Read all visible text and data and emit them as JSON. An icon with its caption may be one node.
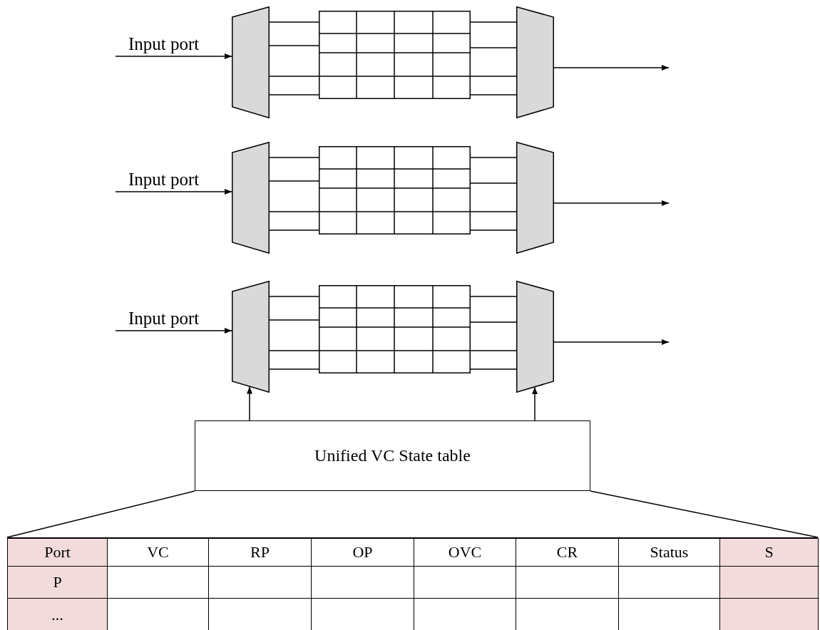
{
  "diagram": {
    "nodes": [
      {
        "text": [],
        "shape": "trapezoid"
      },
      {
        "text": [],
        "shape": "grid"
      },
      {
        "text": [],
        "shape": "trapezoid"
      },
      {
        "text": [],
        "shape": "trapezoid"
      },
      {
        "text": [],
        "shape": "grid"
      },
      {
        "text": [],
        "shape": "trapezoid"
      },
      {
        "text": [],
        "shape": "trapezoid"
      },
      {
        "text": [],
        "shape": "grid"
      },
      {
        "text": [],
        "shape": "trapezoid"
      },
      {
        "text": [
          "Unified VC State table"
        ]
      },
      {
        "text": [],
        "shape": "table"
      }
    ],
    "edges": [
      {
        "from": null,
        "to": 0,
        "arrow": "to",
        "label": "Input port"
      },
      {
        "from": 0,
        "to": 1,
        "arrow": "none"
      },
      {
        "from": 0,
        "to": 1,
        "arrow": "none"
      },
      {
        "from": 0,
        "to": 1,
        "arrow": "none"
      },
      {
        "from": 0,
        "to": 1,
        "arrow": "none"
      },
      {
        "from": 1,
        "to": 2,
        "arrow": "none"
      },
      {
        "from": 1,
        "to": 2,
        "arrow": "none"
      },
      {
        "from": 1,
        "to": 2,
        "arrow": "none"
      },
      {
        "from": 1,
        "to": 2,
        "arrow": "none"
      },
      {
        "from": 2,
        "to": null,
        "arrow": "to"
      },
      {
        "from": null,
        "to": 3,
        "arrow": "to",
        "label": "Input port"
      },
      {
        "from": 3,
        "to": 4,
        "arrow": "none"
      },
      {
        "from": 3,
        "to": 4,
        "arrow": "none"
      },
      {
        "from": 3,
        "to": 4,
        "arrow": "none"
      },
      {
        "from": 3,
        "to": 4,
        "arrow": "none"
      },
      {
        "from": 4,
        "to": 5,
        "arrow": "none"
      },
      {
        "from": 4,
        "to": 5,
        "arrow": "none"
      },
      {
        "from": 4,
        "to": 5,
        "arrow": "none"
      },
      {
        "from": 4,
        "to": 5,
        "arrow": "none"
      },
      {
        "from": 5,
        "to": null,
        "arrow": "to"
      },
      {
        "from": null,
        "to": 6,
        "arrow": "to",
        "label": "Input port"
      },
      {
        "from": 6,
        "to": 7,
        "arrow": "none"
      },
      {
        "from": 6,
        "to": 7,
        "arrow": "none"
      },
      {
        "from": 6,
        "to": 7,
        "arrow": "none"
      },
      {
        "from": 6,
        "to": 7,
        "arrow": "none"
      },
      {
        "from": 7,
        "to": 8,
        "arrow": "none"
      },
      {
        "from": 7,
        "to": 8,
        "arrow": "none"
      },
      {
        "from": 7,
        "to": 8,
        "arrow": "none"
      },
      {
        "from": 7,
        "to": 8,
        "arrow": "none"
      },
      {
        "from": 8,
        "to": null,
        "arrow": "to"
      },
      {
        "from": 9,
        "to": 6,
        "arrow": "to"
      },
      {
        "from": 9,
        "to": 8,
        "arrow": "to"
      },
      {
        "from": 9,
        "to": 10,
        "arrow": "none"
      },
      {
        "from": 9,
        "to": 10,
        "arrow": "none"
      }
    ],
    "labels": [
      "Port",
      "VC",
      "RP",
      "OP",
      "OVC",
      "CR",
      "Status",
      "S",
      "P",
      "..."
    ]
  }
}
